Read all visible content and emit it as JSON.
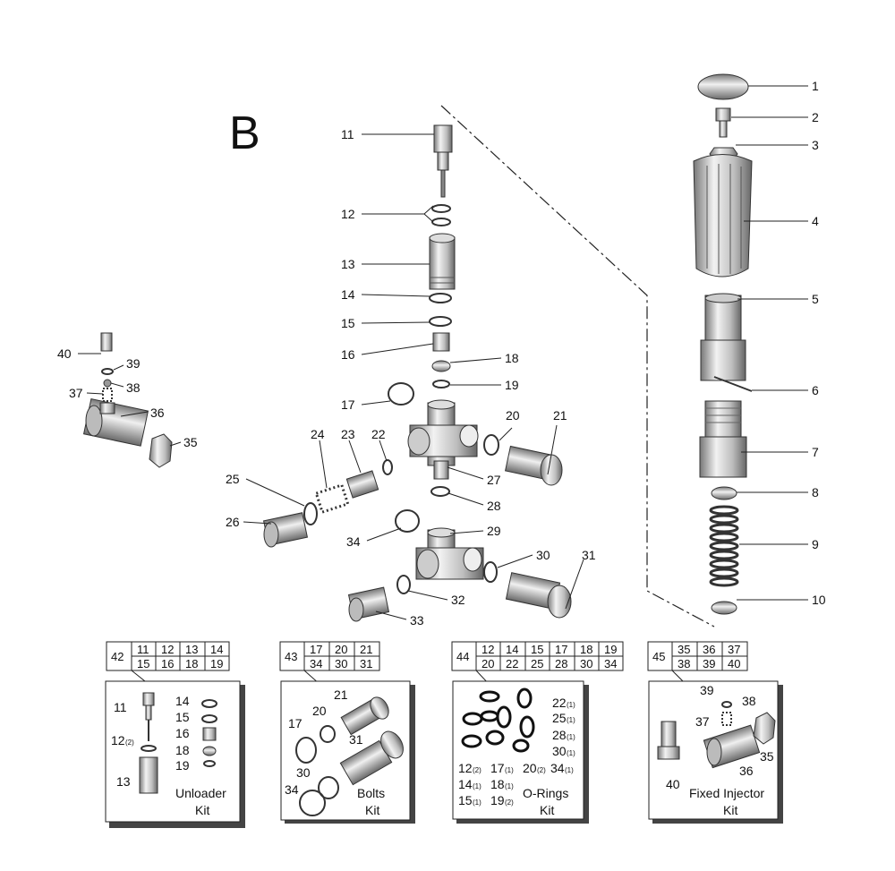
{
  "section_letter": "B",
  "callouts": {
    "c1": "1",
    "c2": "2",
    "c3": "3",
    "c4": "4",
    "c5": "5",
    "c6": "6",
    "c7": "7",
    "c8": "8",
    "c9": "9",
    "c10": "10",
    "c11": "11",
    "c12": "12",
    "c13": "13",
    "c14": "14",
    "c15": "15",
    "c16": "16",
    "c17": "17",
    "c18": "18",
    "c19": "19",
    "c20": "20",
    "c21": "21",
    "c22": "22",
    "c23": "23",
    "c24": "24",
    "c25": "25",
    "c26": "26",
    "c27": "27",
    "c28": "28",
    "c29": "29",
    "c30": "30",
    "c31": "31",
    "c32": "32",
    "c33": "33",
    "c34": "34",
    "c35": "35",
    "c36": "36",
    "c37": "37",
    "c38": "38",
    "c39": "39",
    "c40": "40"
  },
  "kits": [
    {
      "number": "42",
      "row1": [
        "11",
        "12",
        "13",
        "14"
      ],
      "row2": [
        "15",
        "16",
        "18",
        "19"
      ],
      "name_line1": "Unloader",
      "name_line2": "Kit",
      "labels": [
        "11",
        "12",
        "14",
        "15",
        "16",
        "13",
        "18",
        "19"
      ],
      "subs": [
        "(2)"
      ]
    },
    {
      "number": "43",
      "row1": [
        "17",
        "20",
        "21"
      ],
      "row2": [
        "34",
        "30",
        "31"
      ],
      "name_line1": "Bolts",
      "name_line2": "Kit",
      "labels": [
        "21",
        "20",
        "17",
        "31",
        "30",
        "34"
      ]
    },
    {
      "number": "44",
      "row1": [
        "12",
        "14",
        "15",
        "17",
        "18",
        "19"
      ],
      "row2": [
        "20",
        "22",
        "25",
        "28",
        "30",
        "34"
      ],
      "name_line1": "O-Rings",
      "name_line2": "Kit",
      "qty_items": [
        {
          "n": "22",
          "q": "(1)"
        },
        {
          "n": "25",
          "q": "(1)"
        },
        {
          "n": "28",
          "q": "(1)"
        },
        {
          "n": "30",
          "q": "(1)"
        },
        {
          "n": "12",
          "q": "(2)"
        },
        {
          "n": "17",
          "q": "(1)"
        },
        {
          "n": "20",
          "q": "(2)"
        },
        {
          "n": "34",
          "q": "(1)"
        },
        {
          "n": "14",
          "q": "(1)"
        },
        {
          "n": "18",
          "q": "(1)"
        },
        {
          "n": "15",
          "q": "(1)"
        },
        {
          "n": "19",
          "q": "(2)"
        }
      ]
    },
    {
      "number": "45",
      "row1": [
        "35",
        "36",
        "37"
      ],
      "row2": [
        "38",
        "39",
        "40"
      ],
      "name_line1": "Fixed Injector",
      "name_line2": "Kit",
      "labels": [
        "39",
        "38",
        "37",
        "35",
        "40",
        "36"
      ]
    }
  ]
}
